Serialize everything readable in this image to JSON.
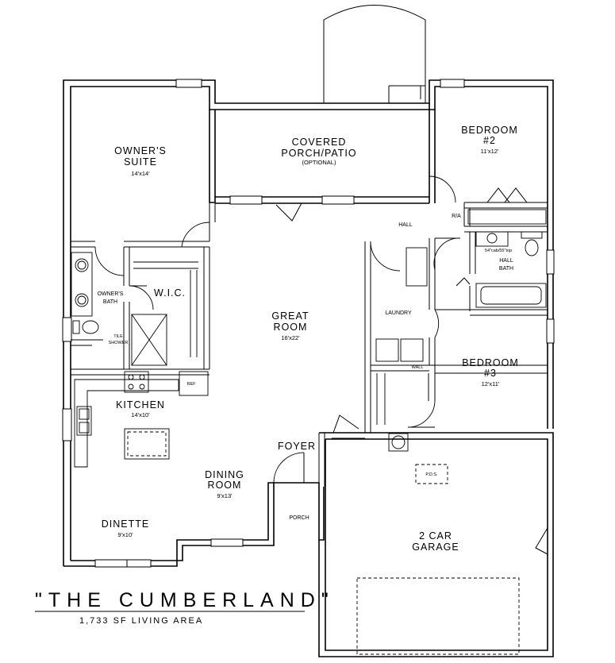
{
  "title": "\"THE CUMBERLAND\"",
  "subtitle": "1,733 SF LIVING AREA",
  "rooms": {
    "owners_suite": {
      "line1": "OWNER'S",
      "line2": "SUITE",
      "dim": "14'x14'"
    },
    "covered_porch": {
      "line1": "COVERED",
      "line2": "PORCH/PATIO",
      "note": "(OPTIONAL)"
    },
    "bedroom2": {
      "line1": "BEDROOM",
      "line2": "#2",
      "dim": "11'x12'"
    },
    "hall": {
      "label": "HALL"
    },
    "ra": {
      "label": "R/A"
    },
    "hall_bath": {
      "line1": "HALL",
      "line2": "BATH"
    },
    "owners_bath": {
      "line1": "OWNER'S",
      "line2": "BATH"
    },
    "wic": {
      "label": "W.I.C."
    },
    "tile_shower": {
      "line1": "TILE",
      "line2": "SHOWER"
    },
    "great_room": {
      "line1": "GREAT",
      "line2": "ROOM",
      "dim": "16'x22'"
    },
    "laundry": {
      "label": "LAUNDRY"
    },
    "bedroom3": {
      "line1": "BEDROOM",
      "line2": "#3",
      "dim": "12'x11'"
    },
    "kitchen": {
      "label": "KITCHEN",
      "dim": "14'x10'"
    },
    "foyer": {
      "label": "FOYER"
    },
    "dining": {
      "line1": "DINING",
      "line2": "ROOM",
      "dim": "9'x13'"
    },
    "porch": {
      "label": "PORCH"
    },
    "dinette": {
      "label": "DINETTE",
      "dim": "9'x10'"
    },
    "garage": {
      "line1": "2 CAR",
      "line2": "GARAGE"
    },
    "pds": {
      "label": "P.D.S."
    }
  },
  "fixtures": {
    "ref": "REF",
    "wall_label": "WALL",
    "vanity_note": "54\"cab/55\"top"
  }
}
